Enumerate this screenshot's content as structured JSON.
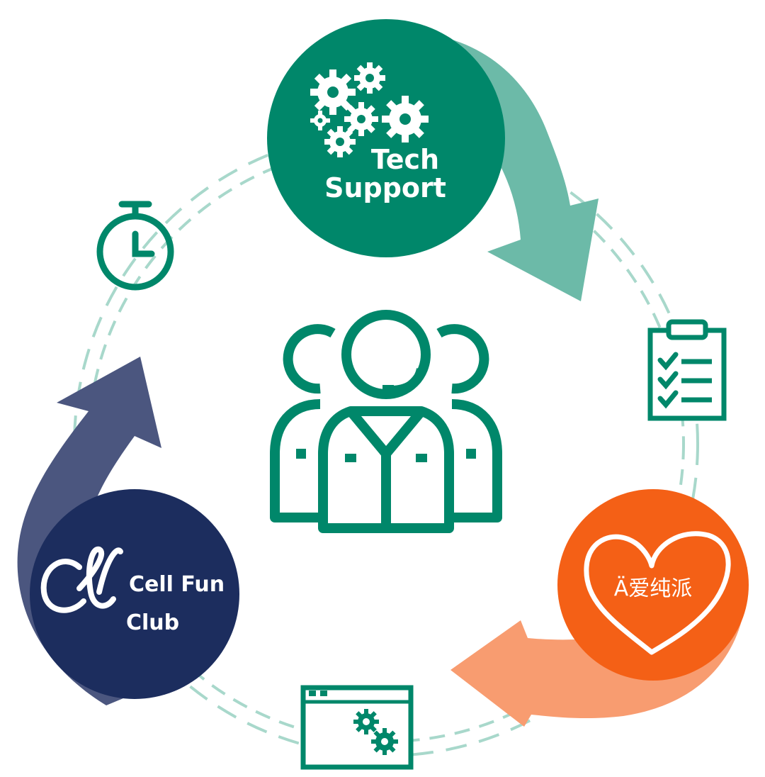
{
  "tech_support": {
    "line1": "Tech",
    "line2": "Support"
  },
  "cell_fun_club": {
    "logo_text_line1": "Cell Fun",
    "logo_text_line2": "Club"
  },
  "heart_logo": {
    "label": "Ä爱纯派"
  },
  "colors": {
    "tech_green": "#00876A",
    "arrow_green_light": "#6CBAA8",
    "navy_circle": "#1C2D5E",
    "navy_arrow": "#4B567F",
    "orange_circle": "#F46016",
    "orange_arrow": "#F89C70",
    "dash_ring": "#A8D8CB"
  },
  "icons": [
    "gears-icon",
    "stopwatch-icon",
    "clipboard-checklist-icon",
    "browser-gears-icon",
    "support-team-headset-icon",
    "heart-icon"
  ]
}
